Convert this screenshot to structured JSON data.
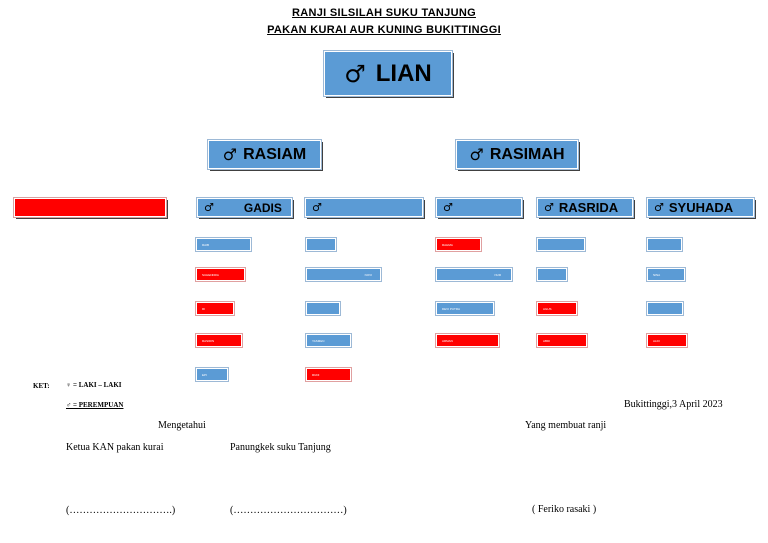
{
  "header": {
    "line1": "RANJI SILSILAH SUKU TANJUNG",
    "line2": "PAKAN KURAI AUR KUNING BUKITTINGGI"
  },
  "symbols": {
    "male": "♂",
    "female": "♀"
  },
  "root": {
    "name": "LIAN"
  },
  "gen2": [
    {
      "name": "RASIAM"
    },
    {
      "name": "RASIMAH"
    }
  ],
  "gen3": [
    {
      "name": "",
      "color": "red"
    },
    {
      "name": "GADIS",
      "color": "blue"
    },
    {
      "name": "",
      "color": "blue"
    },
    {
      "name": "",
      "color": "blue"
    },
    {
      "name": "RASRIDA",
      "color": "blue"
    },
    {
      "name": "SYUHADA",
      "color": "blue"
    }
  ],
  "gen4": [
    [
      {
        "text": "RAIB",
        "color": "blue"
      },
      {
        "text": "SUHENDRA",
        "color": "red"
      },
      {
        "text": "RI",
        "color": "red"
      },
      {
        "text": "RASIDIN",
        "color": "red"
      },
      {
        "text": "EPI",
        "color": "blue"
      }
    ],
    [
      {
        "text": "",
        "color": "blue"
      },
      {
        "text": "NOVI",
        "color": "blue"
      },
      {
        "text": "",
        "color": "blue"
      },
      {
        "text": "YASMEN",
        "color": "blue"
      },
      {
        "text": "RUDI",
        "color": "red"
      }
    ],
    [
      {
        "text": "RAHMA",
        "color": "red"
      },
      {
        "text": "NUR",
        "color": "blue"
      },
      {
        "text": "DEVI PUTRA",
        "color": "blue"
      },
      {
        "text": "ARMAN",
        "color": "red"
      }
    ],
    [
      {
        "text": "",
        "color": "blue"
      },
      {
        "text": "",
        "color": "blue"
      },
      {
        "text": "AGUS",
        "color": "red"
      },
      {
        "text": "ABDI",
        "color": "red"
      }
    ],
    [
      {
        "text": "",
        "color": "blue"
      },
      {
        "text": "NINA",
        "color": "blue"
      },
      {
        "text": "",
        "color": "blue"
      },
      {
        "text": "ALDI",
        "color": "red"
      }
    ]
  ],
  "legend": {
    "ket_label": "KET:",
    "male_line": "♀ = LAKI – LAKI",
    "female_line": "♂ = PEREMPUAN"
  },
  "signature": {
    "place_date": "Bukittinggi,3 April 2023",
    "mengetahui": "Mengetahui",
    "maker_label": "Yang membuat ranji",
    "ketua_kan": "Ketua KAN pakan kurai",
    "panungkek": "Panungkek suku Tanjung",
    "blank1": "(………………………….)",
    "blank2": "(……………………………)",
    "maker_name": "(  Feriko rasaki  )"
  },
  "colors": {
    "blue": "#5b9bd5",
    "red": "#ff0000"
  }
}
